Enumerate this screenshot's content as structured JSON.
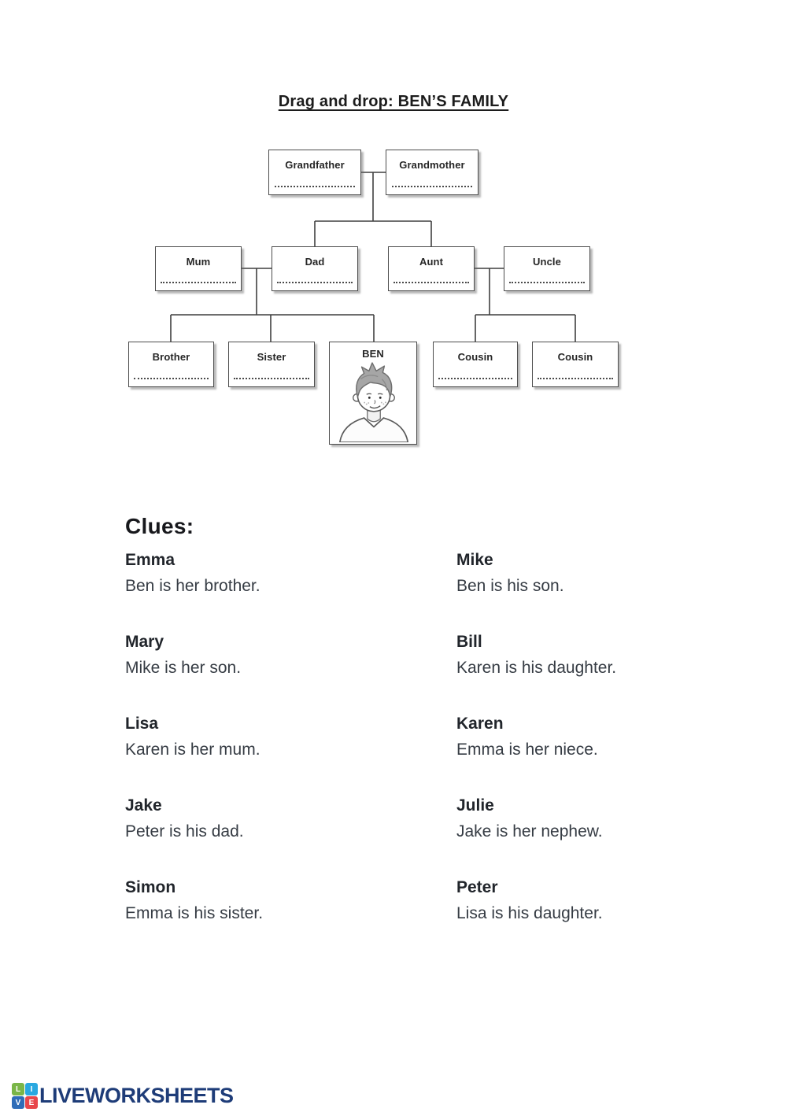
{
  "page": {
    "title": "Drag and drop: BEN’S FAMILY"
  },
  "tree": {
    "nodes": {
      "grandfather": {
        "label": "Grandfather"
      },
      "grandmother": {
        "label": "Grandmother"
      },
      "mum": {
        "label": "Mum"
      },
      "dad": {
        "label": "Dad"
      },
      "aunt": {
        "label": "Aunt"
      },
      "uncle": {
        "label": "Uncle"
      },
      "brother": {
        "label": "Brother"
      },
      "sister": {
        "label": "Sister"
      },
      "ben": {
        "label": "BEN"
      },
      "cousin1": {
        "label": "Cousin"
      },
      "cousin2": {
        "label": "Cousin"
      }
    }
  },
  "clues": {
    "heading": "Clues:",
    "left": [
      {
        "name": "Emma",
        "clue": "Ben is her brother."
      },
      {
        "name": "Mary",
        "clue": "Mike is her son."
      },
      {
        "name": "Lisa",
        "clue": "Karen is her mum."
      },
      {
        "name": "Jake",
        "clue": "Peter is his dad."
      },
      {
        "name": "Simon",
        "clue": "Emma is his sister."
      }
    ],
    "right": [
      {
        "name": "Mike",
        "clue": "Ben is his son."
      },
      {
        "name": "Bill",
        "clue": "Karen is his daughter."
      },
      {
        "name": "Karen",
        "clue": "Emma is her niece."
      },
      {
        "name": "Julie",
        "clue": "Jake is her nephew."
      },
      {
        "name": "Peter",
        "clue": "Lisa is his daughter."
      }
    ]
  },
  "footer": {
    "logo_text": "LIVEWORKSHEETS",
    "logo_squares": [
      {
        "letter": "L",
        "color": "#7ab648"
      },
      {
        "letter": "I",
        "color": "#29a8e0"
      },
      {
        "letter": "V",
        "color": "#2f6db8"
      },
      {
        "letter": "E",
        "color": "#e8474b"
      }
    ]
  }
}
